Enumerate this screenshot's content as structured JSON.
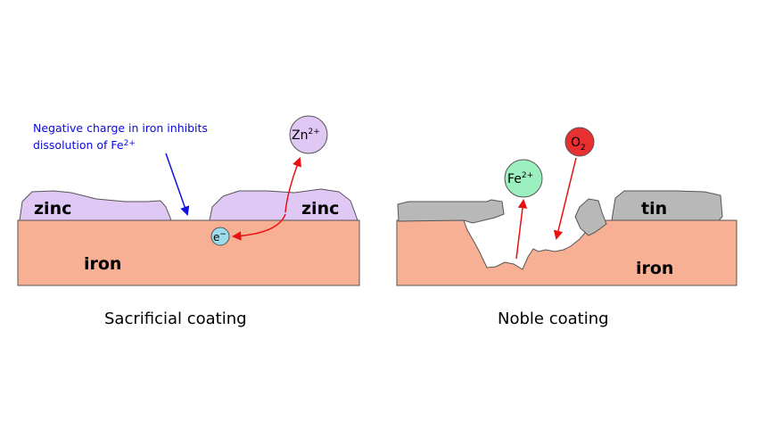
{
  "sacrificial": {
    "caption": "Sacrificial coating",
    "note_line1": "Negative charge in iron inhibits",
    "note_line2_prefix": "dissolution of Fe",
    "note_line2_sup": "2+",
    "coating_left": "zinc",
    "coating_right": "zinc",
    "base": "iron",
    "ion_base": "Zn",
    "ion_sup": "2+",
    "electron_base": "e",
    "electron_sup": "−"
  },
  "noble": {
    "caption": "Noble coating",
    "coating": "tin",
    "base": "iron",
    "ion_base": "Fe",
    "ion_sup": "2+",
    "oxygen_base": "O",
    "oxygen_sub": "2"
  },
  "colors": {
    "iron": "#f8b094",
    "zinc": "#e0c8f4",
    "tin": "#b8b8b8",
    "zn_ion": "#e0c8f4",
    "fe_ion": "#9cf0c0",
    "oxygen": "#e83030",
    "electron": "#9cdcec",
    "arrow_red": "#e81010",
    "arrow_blue": "#1010e0",
    "note_text": "#0a0adc"
  }
}
